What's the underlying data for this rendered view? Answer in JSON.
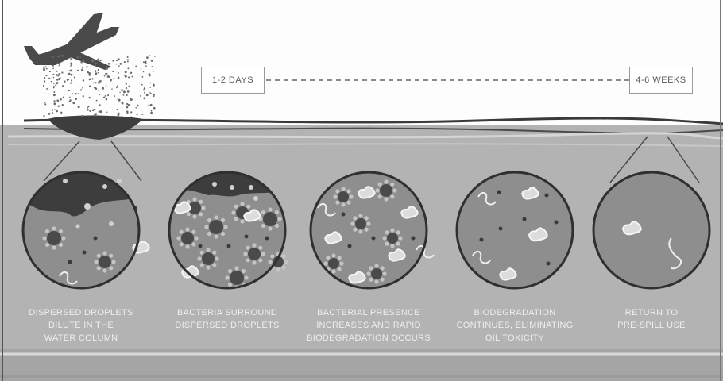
{
  "timeline": {
    "start_label": "1-2 DAYS",
    "end_label": "4-6 WEEKS"
  },
  "stages": [
    {
      "lines": [
        "DISPERSED DROPLETS",
        "DILUTE IN THE",
        "WATER COLUMN"
      ]
    },
    {
      "lines": [
        "BACTERIA SURROUND",
        "DISPERSED DROPLETS"
      ]
    },
    {
      "lines": [
        "BACTERIAL PRESENCE",
        "INCREASES AND RAPID",
        "BIODEGRADATION OCCURS"
      ]
    },
    {
      "lines": [
        "BIODEGRADATION",
        "CONTINUES, ELIMINATING",
        "OIL TOXICITY"
      ]
    },
    {
      "lines": [
        "RETURN TO",
        "PRE-SPILL USE"
      ]
    }
  ],
  "colors": {
    "sky": "#fdfdfd",
    "water": "#b3b3b3",
    "oil": "#3d3d3d",
    "circle_fill": "#8e8e8e",
    "circle_border": "#2f2f2f",
    "caption_text": "#eeeeee"
  },
  "icons": [
    "airplane-icon",
    "oil-droplet-icon",
    "bacteria-icon"
  ]
}
